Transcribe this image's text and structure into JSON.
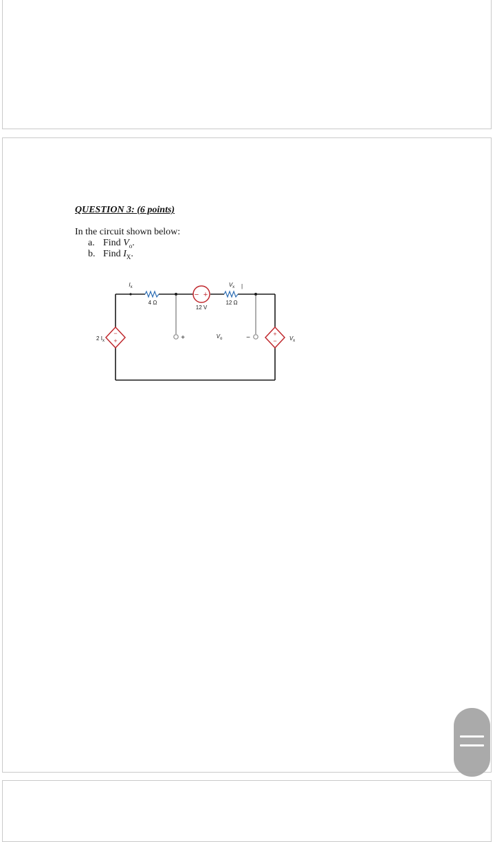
{
  "question": {
    "title": "QUESTION 3: (6 points)",
    "intro": "In the circuit shown below:",
    "items": [
      {
        "letter": "a.",
        "text": "Find ",
        "var": "V",
        "sub": "o",
        "end": "."
      },
      {
        "letter": "b.",
        "text": "Find ",
        "var": "I",
        "sub": "X",
        "end": "."
      }
    ]
  },
  "circuit": {
    "ix_label": "I",
    "ix_sub": "x",
    "r1_label": "4 Ω",
    "source_label": "12 V",
    "source_plus": "+",
    "source_minus": "−",
    "vx_label": "V",
    "vx_sub": "x",
    "vx_mark": "|",
    "r2_label": "12 Ω",
    "dep_source_left_label": "2 I",
    "dep_source_left_sub": "x",
    "terminal_plus": "+",
    "terminal_minus": "−",
    "vo_label": "V",
    "vo_sub": "o",
    "dep_source_right_label": "V",
    "dep_source_right_sub": "x"
  },
  "colors": {
    "wire": "#1a1a1a",
    "resistor": "#2f6fb5",
    "source": "#c0282d",
    "terminal": "#8a8a8a"
  },
  "icons": {
    "scroll_handle": "drag-handle-icon"
  }
}
